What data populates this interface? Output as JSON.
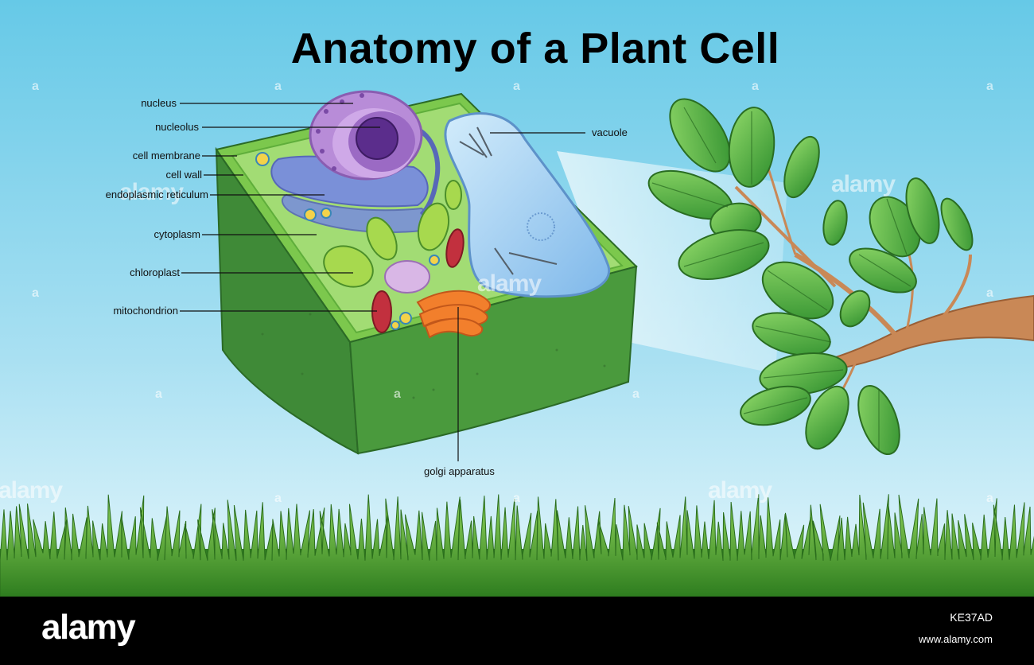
{
  "title": "Anatomy of a Plant Cell",
  "labels": {
    "nucleus": "nucleus",
    "nucleolus": "nucleolus",
    "cell_membrane": "cell membrane",
    "cell_wall": "cell wall",
    "endoplasmic_reticulum": "endoplasmic reticulum",
    "cytoplasm": "cytoplasm",
    "chloroplast": "chloroplast",
    "mitochondrion": "mitochondrion",
    "vacuole": "vacuole",
    "golgi_apparatus": "golgi apparatus"
  },
  "watermark": {
    "word": "alamy",
    "letter": "a"
  },
  "footer": {
    "logo": "alamy",
    "image_id": "KE37AD",
    "url": "www.alamy.com"
  },
  "colors": {
    "sky_top": "#64c8e6",
    "sky_bottom": "#d6f1f8",
    "cell_wall": "#3f8f38",
    "cytoplasm": "#8fd062",
    "nucleus": "#b58ad6",
    "vacuole": "#9ccdf0",
    "golgi": "#f0822a",
    "mitochondrion": "#c0303c",
    "grass": "#3f9b2a"
  }
}
